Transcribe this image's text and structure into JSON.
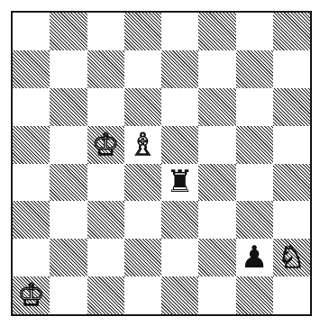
{
  "board": {
    "colors": {
      "dark_square_hatch": "#2a2a2a",
      "light_square": "#ffffff",
      "border": "#1a1a1a"
    },
    "pieces": [
      {
        "square": "c5",
        "color": "white",
        "type": "king",
        "glyph": "♔",
        "icon": "white-king-icon"
      },
      {
        "square": "d5",
        "color": "white",
        "type": "bishop",
        "glyph": "♗",
        "icon": "white-bishop-icon"
      },
      {
        "square": "e4",
        "color": "black",
        "type": "rook",
        "glyph": "♜",
        "icon": "black-rook-icon"
      },
      {
        "square": "g2",
        "color": "black",
        "type": "pawn",
        "glyph": "♟",
        "icon": "black-pawn-icon"
      },
      {
        "square": "h2",
        "color": "white",
        "type": "knight",
        "glyph": "♘",
        "icon": "white-knight-icon"
      },
      {
        "square": "a1",
        "color": "white",
        "type": "king",
        "glyph": "♔",
        "icon": "white-king-icon"
      }
    ]
  }
}
